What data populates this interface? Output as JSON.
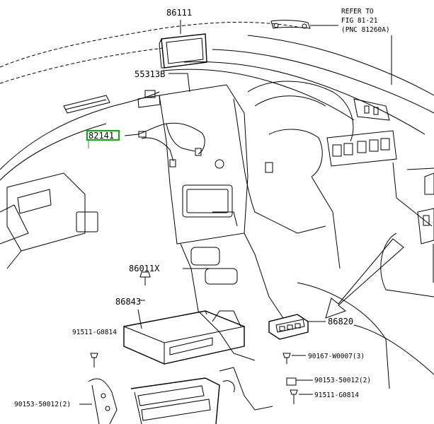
{
  "labels": {
    "p86111": "86111",
    "p55313B": "55313B",
    "p82141": "82141",
    "p86011X": "86011X",
    "p86843": "86843",
    "p91511_G0814_a": "91511-G0814",
    "p90153_50012_a": "90153-50012(2)",
    "p86820": "86820",
    "p90167_W0007": "90167-W0007(3)",
    "p90153_50012_b": "90153-50012(2)",
    "p91511_G0814_b": "91511-G0814"
  },
  "refer": {
    "line1": "REFER TO",
    "line2": "FIG 81-21",
    "line3": "(PNC 81260A)"
  },
  "colors": {
    "highlight": "#1aa31a",
    "ink": "#000000"
  }
}
